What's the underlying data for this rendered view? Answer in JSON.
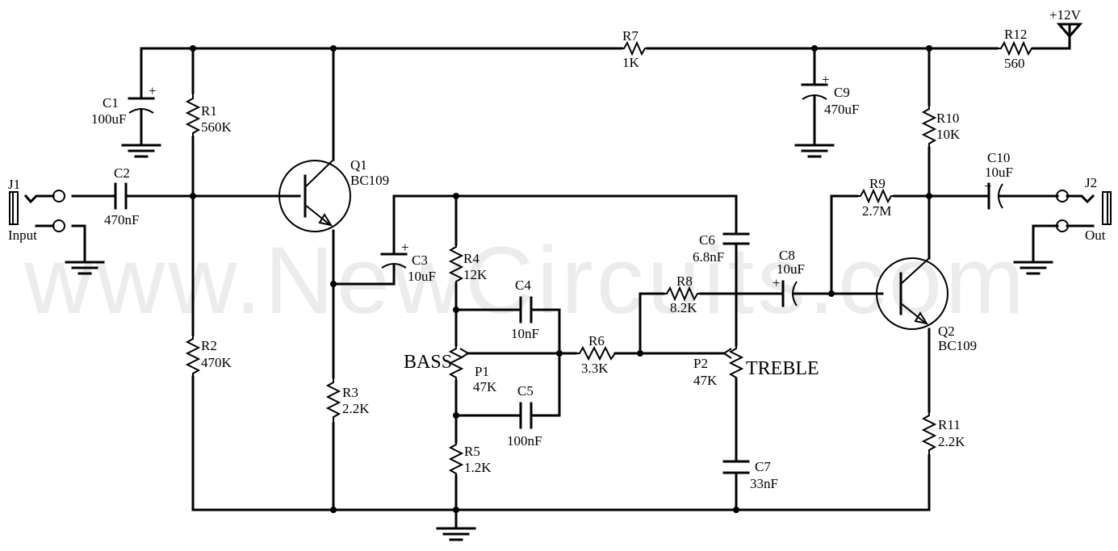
{
  "watermark": "www.NewCircuits.com",
  "supply": "+12V",
  "polarity_mark": "+",
  "tone_labels": {
    "bass": "BASS",
    "treble": "TREBLE"
  },
  "connectors": {
    "J1": {
      "ref": "J1",
      "name": "Input"
    },
    "J2": {
      "ref": "J2",
      "name": "Out"
    }
  },
  "components": {
    "R1": {
      "ref": "R1",
      "value": "560K"
    },
    "R2": {
      "ref": "R2",
      "value": "470K"
    },
    "R3": {
      "ref": "R3",
      "value": "2.2K"
    },
    "R4": {
      "ref": "R4",
      "value": "12K"
    },
    "R5": {
      "ref": "R5",
      "value": "1.2K"
    },
    "R6": {
      "ref": "R6",
      "value": "3.3K"
    },
    "R7": {
      "ref": "R7",
      "value": "1K"
    },
    "R8": {
      "ref": "R8",
      "value": "8.2K"
    },
    "R9": {
      "ref": "R9",
      "value": "2.7M"
    },
    "R10": {
      "ref": "R10",
      "value": "10K"
    },
    "R11": {
      "ref": "R11",
      "value": "2.2K"
    },
    "R12": {
      "ref": "R12",
      "value": "560"
    },
    "C1": {
      "ref": "C1",
      "value": "100uF"
    },
    "C2": {
      "ref": "C2",
      "value": "470nF"
    },
    "C3": {
      "ref": "C3",
      "value": "10uF"
    },
    "C4": {
      "ref": "C4",
      "value": "10nF"
    },
    "C5": {
      "ref": "C5",
      "value": "100nF"
    },
    "C6": {
      "ref": "C6",
      "value": "6.8nF"
    },
    "C7": {
      "ref": "C7",
      "value": "33nF"
    },
    "C8": {
      "ref": "C8",
      "value": "10uF"
    },
    "C9": {
      "ref": "C9",
      "value": "470uF"
    },
    "C10": {
      "ref": "C10",
      "value": "10uF"
    },
    "P1": {
      "ref": "P1",
      "value": "47K"
    },
    "P2": {
      "ref": "P2",
      "value": "47K"
    },
    "Q1": {
      "ref": "Q1",
      "value": "BC109"
    },
    "Q2": {
      "ref": "Q2",
      "value": "BC109"
    }
  }
}
